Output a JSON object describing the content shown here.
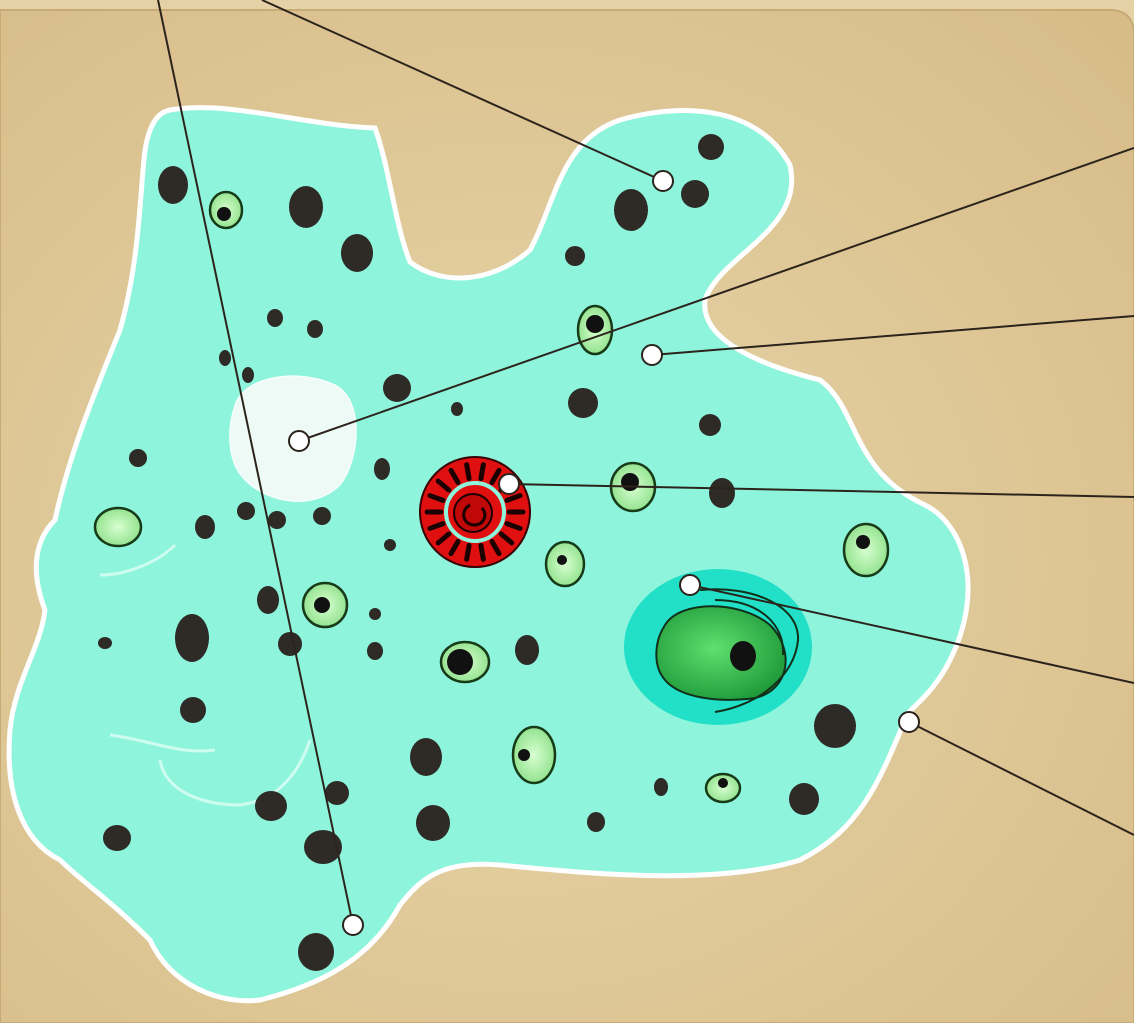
{
  "diagram": {
    "type": "amoeba-cell-structure",
    "labels": [],
    "colors": {
      "background_outer": "#e6d5ab",
      "background_panel": "#d9bd8a",
      "cytoplasm": "#8ef5dc",
      "cell_outline": "#ffffff",
      "ectoplasm_light": "#eefaf6",
      "granule": "#2e2a26",
      "food_vacuole_fill": "#b6f0b0",
      "food_vacuole_ring": "#173b18",
      "contractile_vacuole": "#e01010",
      "nucleus_halo": "#22e0c8",
      "nucleus": "#2fb34a",
      "leader_line": "#2c241c",
      "marker_fill": "#ffffff",
      "marker_stroke": "#2c241c"
    },
    "leader_targets": [
      "ectoplasm",
      "pseudopod-granule",
      "vacuole",
      "cytoplasm",
      "contractile-vacuole",
      "nucleus",
      "cell-membrane"
    ]
  }
}
